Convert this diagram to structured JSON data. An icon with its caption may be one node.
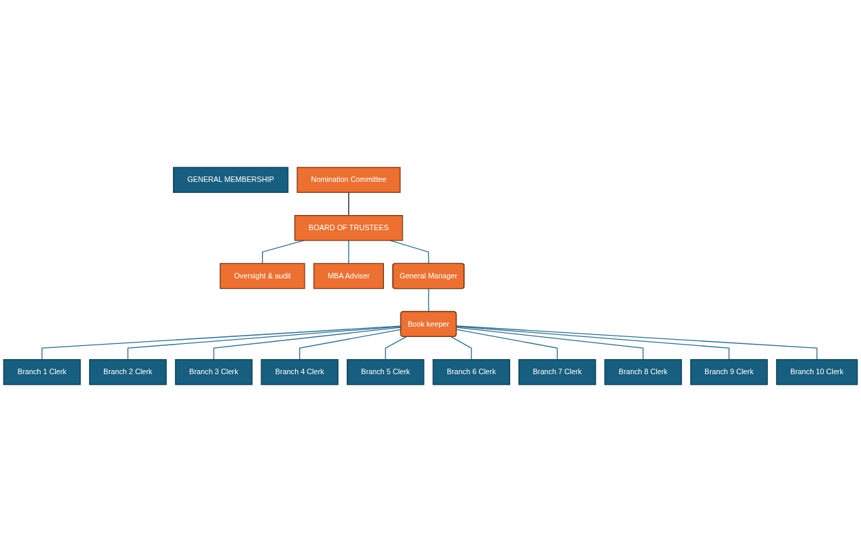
{
  "diagram": {
    "nodes": [
      {
        "text": [
          "GENERAL MEMBERSHIP"
        ]
      },
      {
        "text": [
          "Nomination Committee"
        ]
      },
      {
        "text": [
          "BOARD OF TRUSTEES"
        ]
      },
      {
        "text": [
          "Oversight & audit"
        ]
      },
      {
        "text": [
          "MBA Adviser"
        ]
      },
      {
        "text": [
          "General Manager"
        ]
      },
      {
        "text": [
          "Book keeper"
        ]
      },
      {
        "text": [
          "Branch 1 Clerk"
        ]
      },
      {
        "text": [
          "Branch 2 Clerk"
        ]
      },
      {
        "text": [
          "Branch 3 Clerk"
        ]
      },
      {
        "text": [
          "Branch 4 Clerk"
        ]
      },
      {
        "text": [
          "Branch 5 Clerk"
        ]
      },
      {
        "text": [
          "Branch 6 Clerk"
        ]
      },
      {
        "text": [
          "Branch 7 Clerk"
        ]
      },
      {
        "text": [
          "Branch 8 Clerk"
        ]
      },
      {
        "text": [
          "Branch 9 Clerk"
        ]
      },
      {
        "text": [
          "Branch 10 Clerk"
        ]
      }
    ],
    "edges": [
      {
        "from": 1,
        "to": 2,
        "arrow": "none",
        "color": "#1a1a1a"
      },
      {
        "from": 2,
        "to": 3,
        "arrow": "none"
      },
      {
        "from": 2,
        "to": 4,
        "arrow": "none"
      },
      {
        "from": 2,
        "to": 5,
        "arrow": "none"
      },
      {
        "from": 5,
        "to": 6,
        "arrow": "none"
      },
      {
        "from": 6,
        "to": 7,
        "arrow": "none"
      },
      {
        "from": 6,
        "to": 8,
        "arrow": "none"
      },
      {
        "from": 6,
        "to": 9,
        "arrow": "none"
      },
      {
        "from": 6,
        "to": 10,
        "arrow": "none"
      },
      {
        "from": 6,
        "to": 11,
        "arrow": "none"
      },
      {
        "from": 6,
        "to": 12,
        "arrow": "none"
      },
      {
        "from": 6,
        "to": 13,
        "arrow": "none"
      },
      {
        "from": 6,
        "to": 14,
        "arrow": "none"
      },
      {
        "from": 6,
        "to": 15,
        "arrow": "none"
      },
      {
        "from": 6,
        "to": 16,
        "arrow": "none"
      }
    ]
  }
}
